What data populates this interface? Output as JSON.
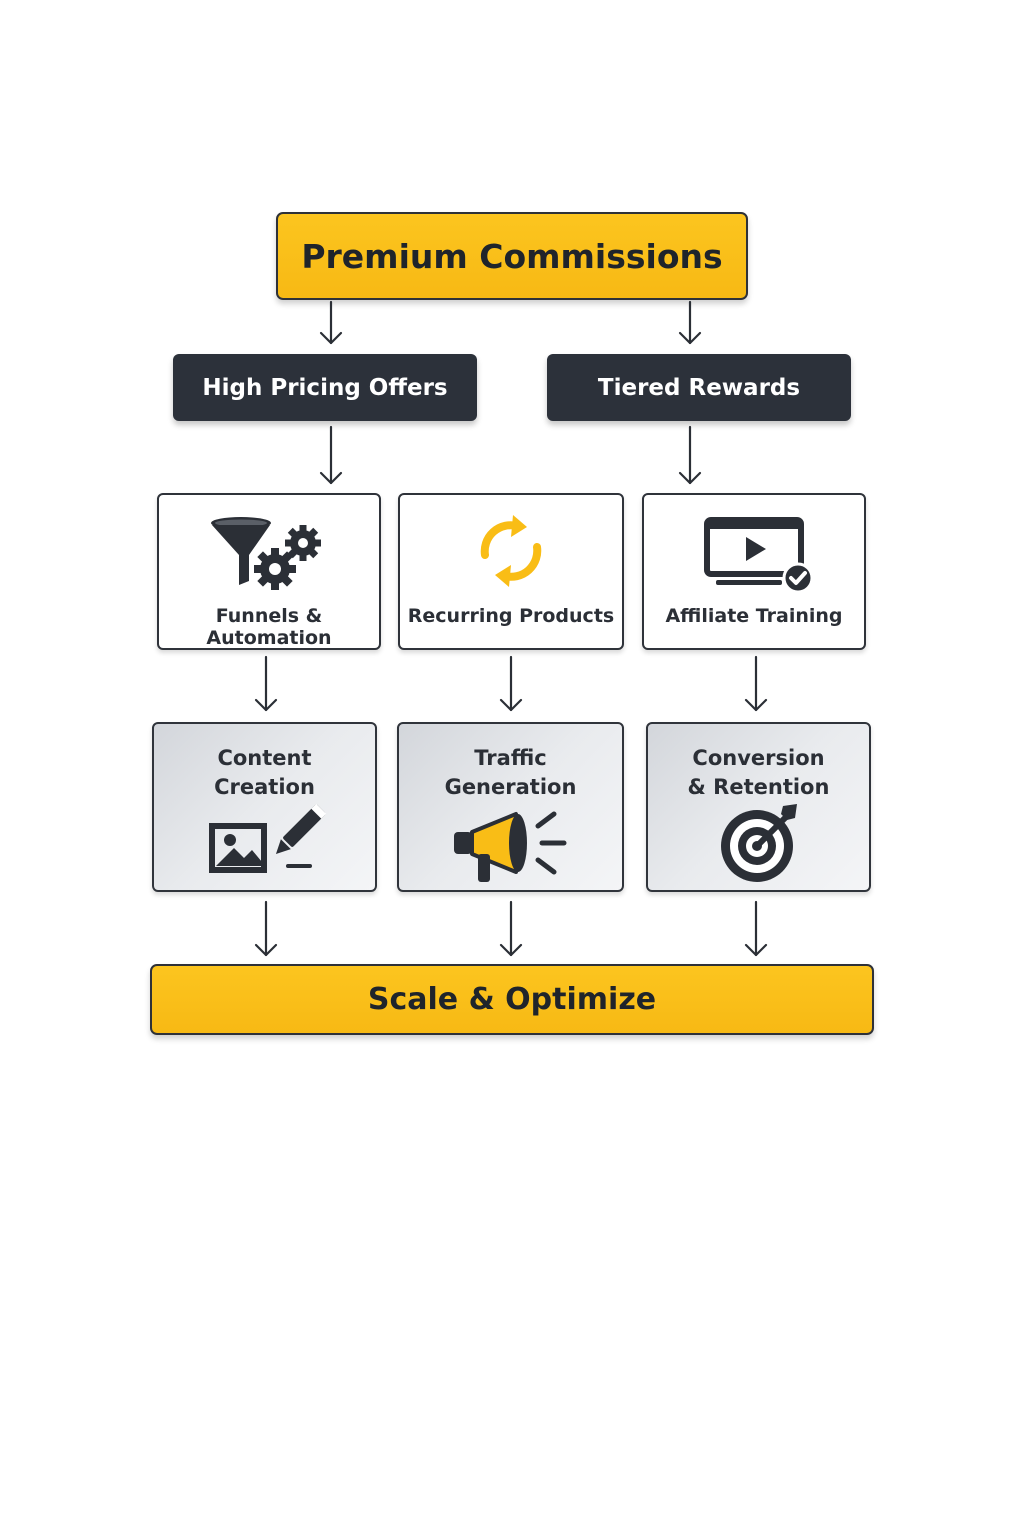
{
  "top": {
    "title": "Premium Commissions"
  },
  "level2": [
    {
      "label": "High Pricing Offers"
    },
    {
      "label": "Tiered Rewards"
    }
  ],
  "level3": [
    {
      "label": "Funnels & Automation",
      "icon": "funnel-gears-icon"
    },
    {
      "label": "Recurring Products",
      "icon": "recurring-arrows-icon"
    },
    {
      "label": "Affiliate Training",
      "icon": "video-check-icon"
    }
  ],
  "level4": [
    {
      "line1": "Content",
      "line2": "Creation",
      "icon": "image-pencil-icon"
    },
    {
      "line1": "Traffic",
      "line2": "Generation",
      "icon": "megaphone-icon"
    },
    {
      "line1": "Conversion",
      "line2": "& Retention",
      "icon": "target-icon"
    }
  ],
  "bottom": {
    "title": "Scale & Optimize"
  },
  "colors": {
    "accent": "#fcc51f",
    "dark": "#2c313a",
    "outline": "#2e3138"
  }
}
